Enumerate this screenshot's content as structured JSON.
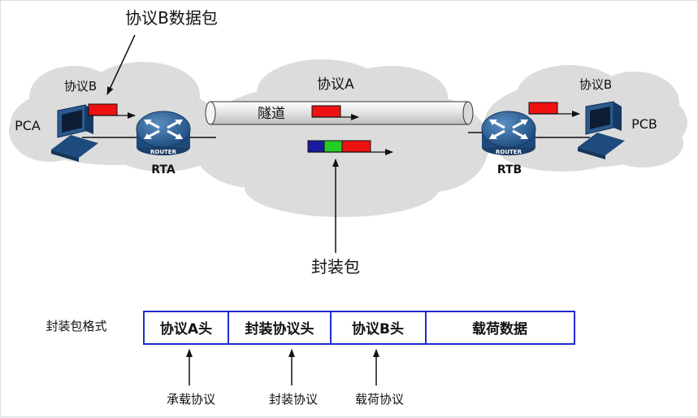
{
  "labels": {
    "packet_b": "协议B数据包",
    "cloud_left": "协议B",
    "cloud_center": "协议A",
    "cloud_right": "协议B",
    "tunnel": "隧道",
    "pca": "PCA",
    "pcb": "PCB",
    "rta": "RTA",
    "rtb": "RTB",
    "router_badge": "ROUTER",
    "encap_packet": "封装包"
  },
  "format": {
    "title": "封装包格式",
    "fields": [
      "协议A头",
      "封装协议头",
      "协议B头",
      "载荷数据"
    ],
    "notes": [
      "承载协议",
      "封装协议",
      "载荷协议"
    ]
  },
  "colors": {
    "frame_border": "#1f2bd0",
    "cloud": "#dcdcdc",
    "router": "#2a5f95",
    "packet_red": "#ee1111",
    "packet_green": "#22cc22",
    "packet_blue": "#1a1aa0"
  }
}
